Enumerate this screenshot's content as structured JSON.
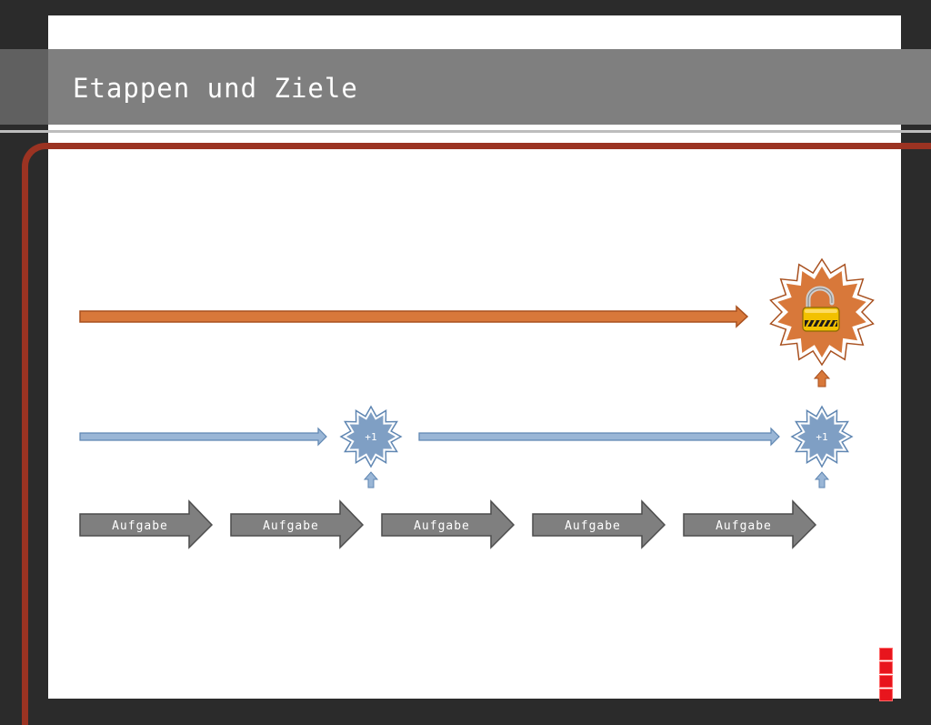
{
  "slide": {
    "title": "Etappen und Ziele"
  },
  "diagram": {
    "tasks": [
      {
        "label": "Aufgabe"
      },
      {
        "label": "Aufgabe"
      },
      {
        "label": "Aufgabe"
      },
      {
        "label": "Aufgabe"
      },
      {
        "label": "Aufgabe"
      }
    ],
    "milestones": [
      {
        "label": "+1"
      },
      {
        "label": "+1"
      }
    ],
    "goal_icon": "open-padlock-icon",
    "colors": {
      "task_fill": "#7f7f7f",
      "milestone_fill": "#7f9fc4",
      "goal_fill": "#d8783a",
      "frame": "#9b3322"
    }
  },
  "indicator": {
    "segments": 4
  }
}
